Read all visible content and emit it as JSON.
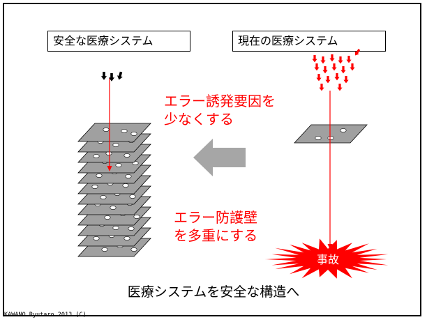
{
  "labels": {
    "safe_system": "安全な医療システム",
    "current_system": "現在の医療システム"
  },
  "notes": {
    "reduce_error_factors_line1": "エラー誘発要因を",
    "reduce_error_factors_line2": "少なくする",
    "multiply_barriers_line1": "エラー防護壁",
    "multiply_barriers_line2": "を多重にする"
  },
  "accident_label": "事故",
  "caption": "医療システムを安全な構造へ",
  "copyright": "KAWANO Ryutaro 2013 (C)",
  "colors": {
    "accent_red": "#ff0000",
    "layer_gray": "#a0a0a0",
    "arrow_gray": "#a6a6a6",
    "black": "#000000"
  }
}
